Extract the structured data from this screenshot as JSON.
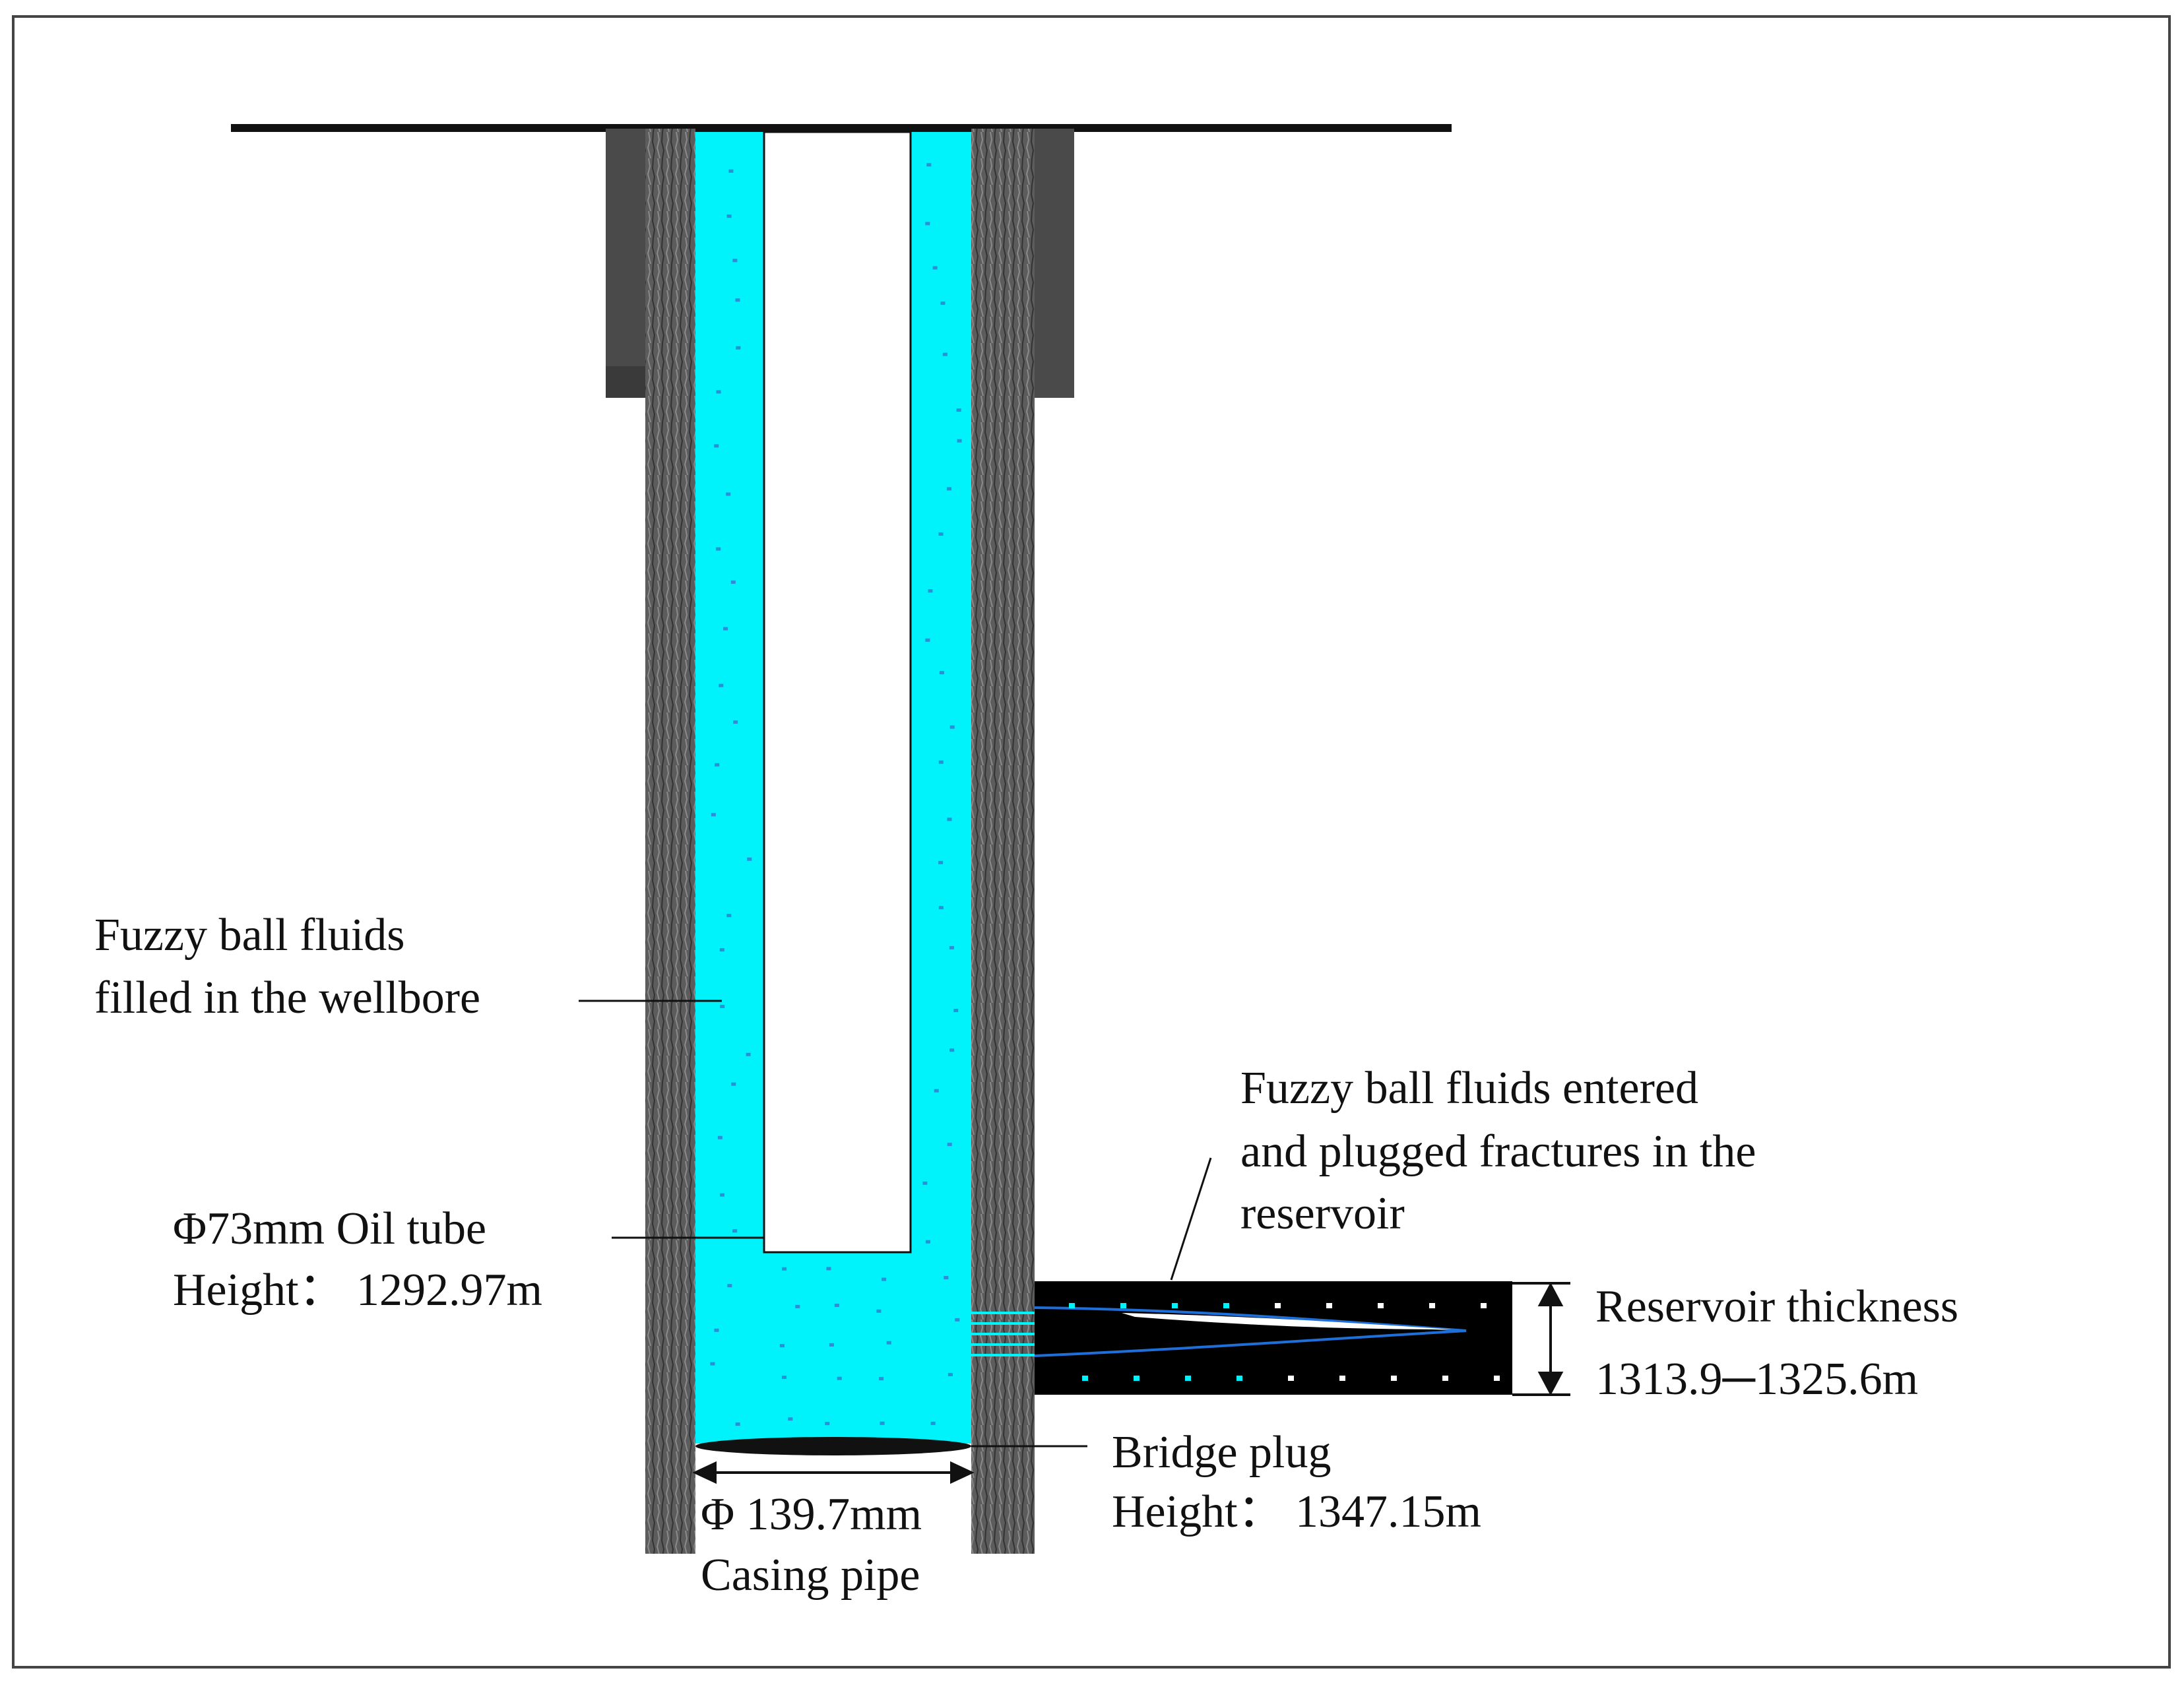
{
  "labels": {
    "fuzzy_wellbore": [
      "Fuzzy ball fluids",
      "filled in the wellbore"
    ],
    "oil_tube": [
      "Φ73mm Oil tube",
      "Height：  1292.97m"
    ],
    "fuzzy_entered": [
      "Fuzzy ball fluids entered",
      "and plugged  fractures in the",
      "reservoir"
    ],
    "reservoir": [
      "Reservoir thickness",
      "1313.9─1325.6m"
    ],
    "bridge_plug": [
      "Bridge plug",
      "Height：  1347.15m"
    ],
    "casing": [
      "Φ 139.7mm",
      "Casing pipe"
    ]
  },
  "colors": {
    "fluid": "#00f2fa",
    "fluid_dots": "#2a8fd6",
    "casing_wall": "#5a5a5a",
    "outer_casing": "#4a4a4a",
    "reservoir": "#000000",
    "fracture_line": "#1e6fd9",
    "line": "#111111",
    "frame": "#444444"
  }
}
